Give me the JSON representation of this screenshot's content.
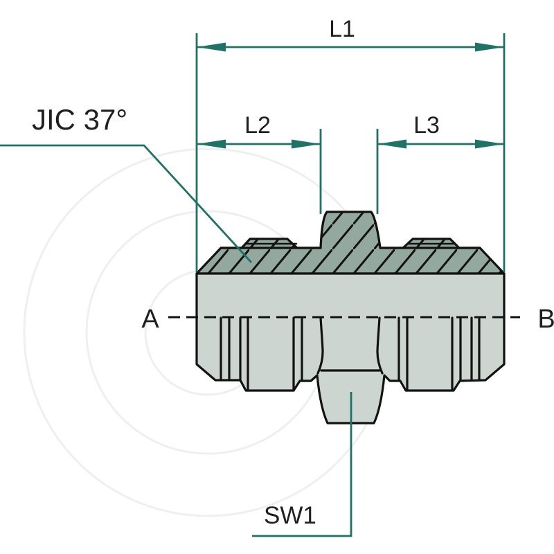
{
  "drawing": {
    "type": "hydraulic-adapter-technical-drawing",
    "labels": {
      "thread_standard": "JIC 37°",
      "dim_overall": "L1",
      "dim_port_a": "L2",
      "dim_port_b": "L3",
      "end_a": "A",
      "end_b": "B",
      "wrench_flats": "SW1"
    }
  },
  "colors": {
    "dimension_line": "#1e7366",
    "outline": "#121212",
    "section_fill": "#93a89f",
    "body_fill": "#cdd5d1",
    "label_text": "#1f1f1f",
    "watermark": "#eef0ee",
    "background": "#ffffff"
  }
}
